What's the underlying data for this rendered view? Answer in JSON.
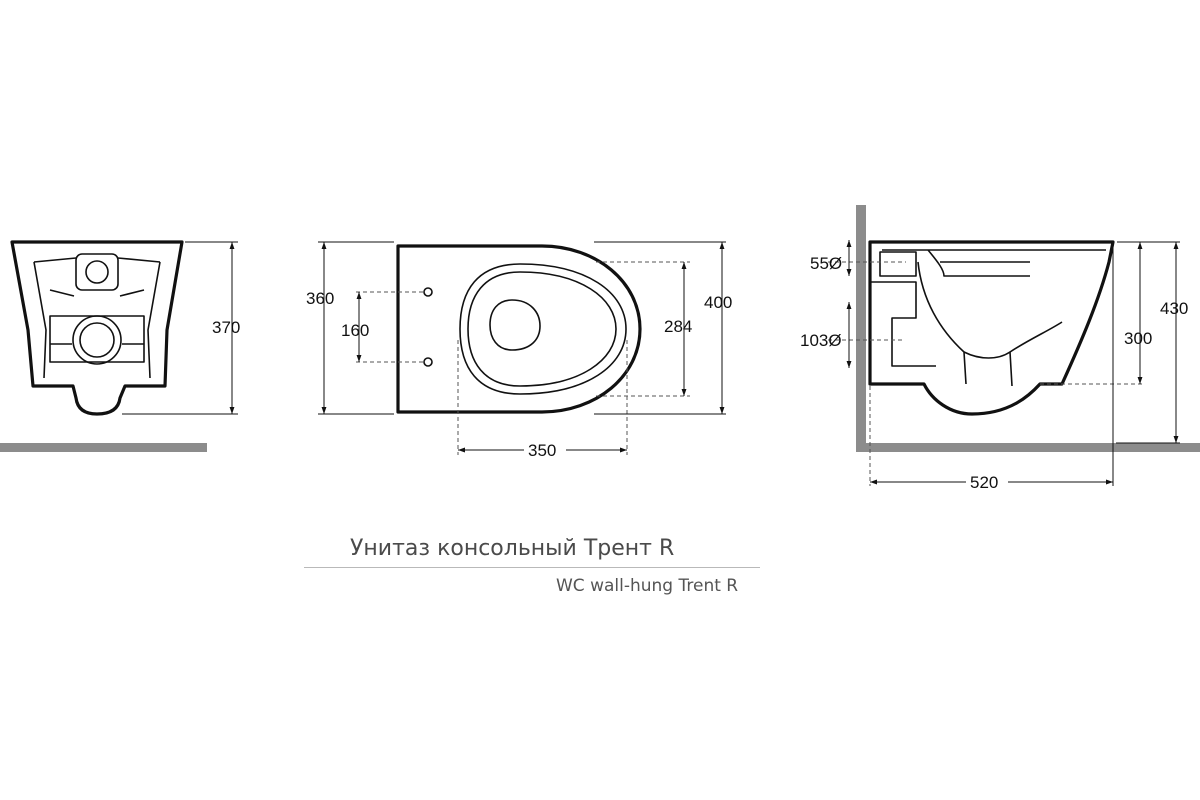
{
  "caption": {
    "title_ru": "Унитаз консольный Трент R",
    "title_en": "WC wall-hung Trent R"
  },
  "dimensions": {
    "front_height": "370",
    "top_width_outer": "360",
    "top_mount_spacing": "160",
    "top_bowl_width": "284",
    "top_length": "400",
    "top_fixing_length": "350",
    "side_outlet_upper": "55",
    "side_outlet_lower": "103",
    "side_seat_height": "300",
    "side_total_height": "430",
    "side_projection": "520",
    "diameter_symbol": "Ø"
  },
  "colors": {
    "line": "#111111",
    "wall": "#8c8c8c",
    "caption": "#555555"
  }
}
